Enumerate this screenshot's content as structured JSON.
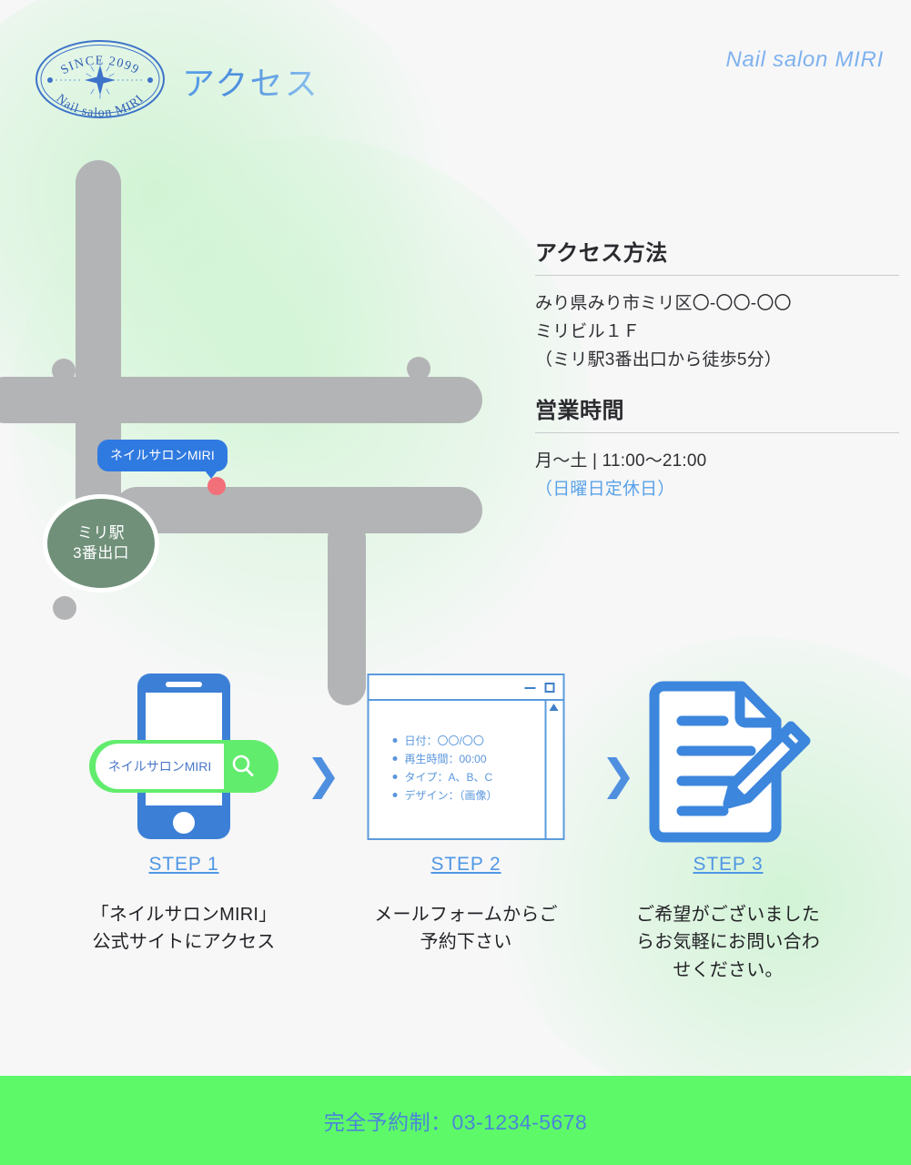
{
  "header": {
    "title": "アクセス",
    "brand": "Nail salon MIRI",
    "logo": {
      "top_text": "SINCE 2099",
      "bottom_text": "Nail salon MIRI"
    }
  },
  "map": {
    "pin_label": "ネイルサロンMIRI",
    "station_line1": "ミリ駅",
    "station_line2": "3番出口",
    "colors": {
      "road": "#b3b4b6",
      "pin_bubble": "#2f7ae0",
      "pin_dot": "#f2707a",
      "station": "#70907a"
    }
  },
  "info": {
    "access_heading": "アクセス方法",
    "address_line1": "みり県みり市ミリ区〇-〇〇-〇〇",
    "address_line2": "ミリビル１Ｆ",
    "address_line3": "（ミリ駅3番出口から徒歩5分）",
    "hours_heading": "営業時間",
    "hours_line": "月〜土 | 11:00〜21:00",
    "holiday_line": "（日曜日定休日）"
  },
  "steps": [
    {
      "label": "STEP 1",
      "caption": "「ネイルサロンMIRI」\n公式サイトにアクセス",
      "search_value": "ネイルサロンMIRI"
    },
    {
      "label": "STEP 2",
      "caption": "メールフォームからご\n予約下さい",
      "window_items": [
        "日付：〇〇/〇〇",
        "再生時間：00:00",
        "タイプ：A、B、C",
        "デザイン：（画像）"
      ]
    },
    {
      "label": "STEP 3",
      "caption": "ご希望がございました\nらお気軽にお問い合わ\nせください。"
    }
  ],
  "arrows": {
    "chevron": "❯"
  },
  "footer": {
    "text": "完全予約制：03-1234-5678",
    "background": "#5df968",
    "text_color": "#4a86d8"
  }
}
